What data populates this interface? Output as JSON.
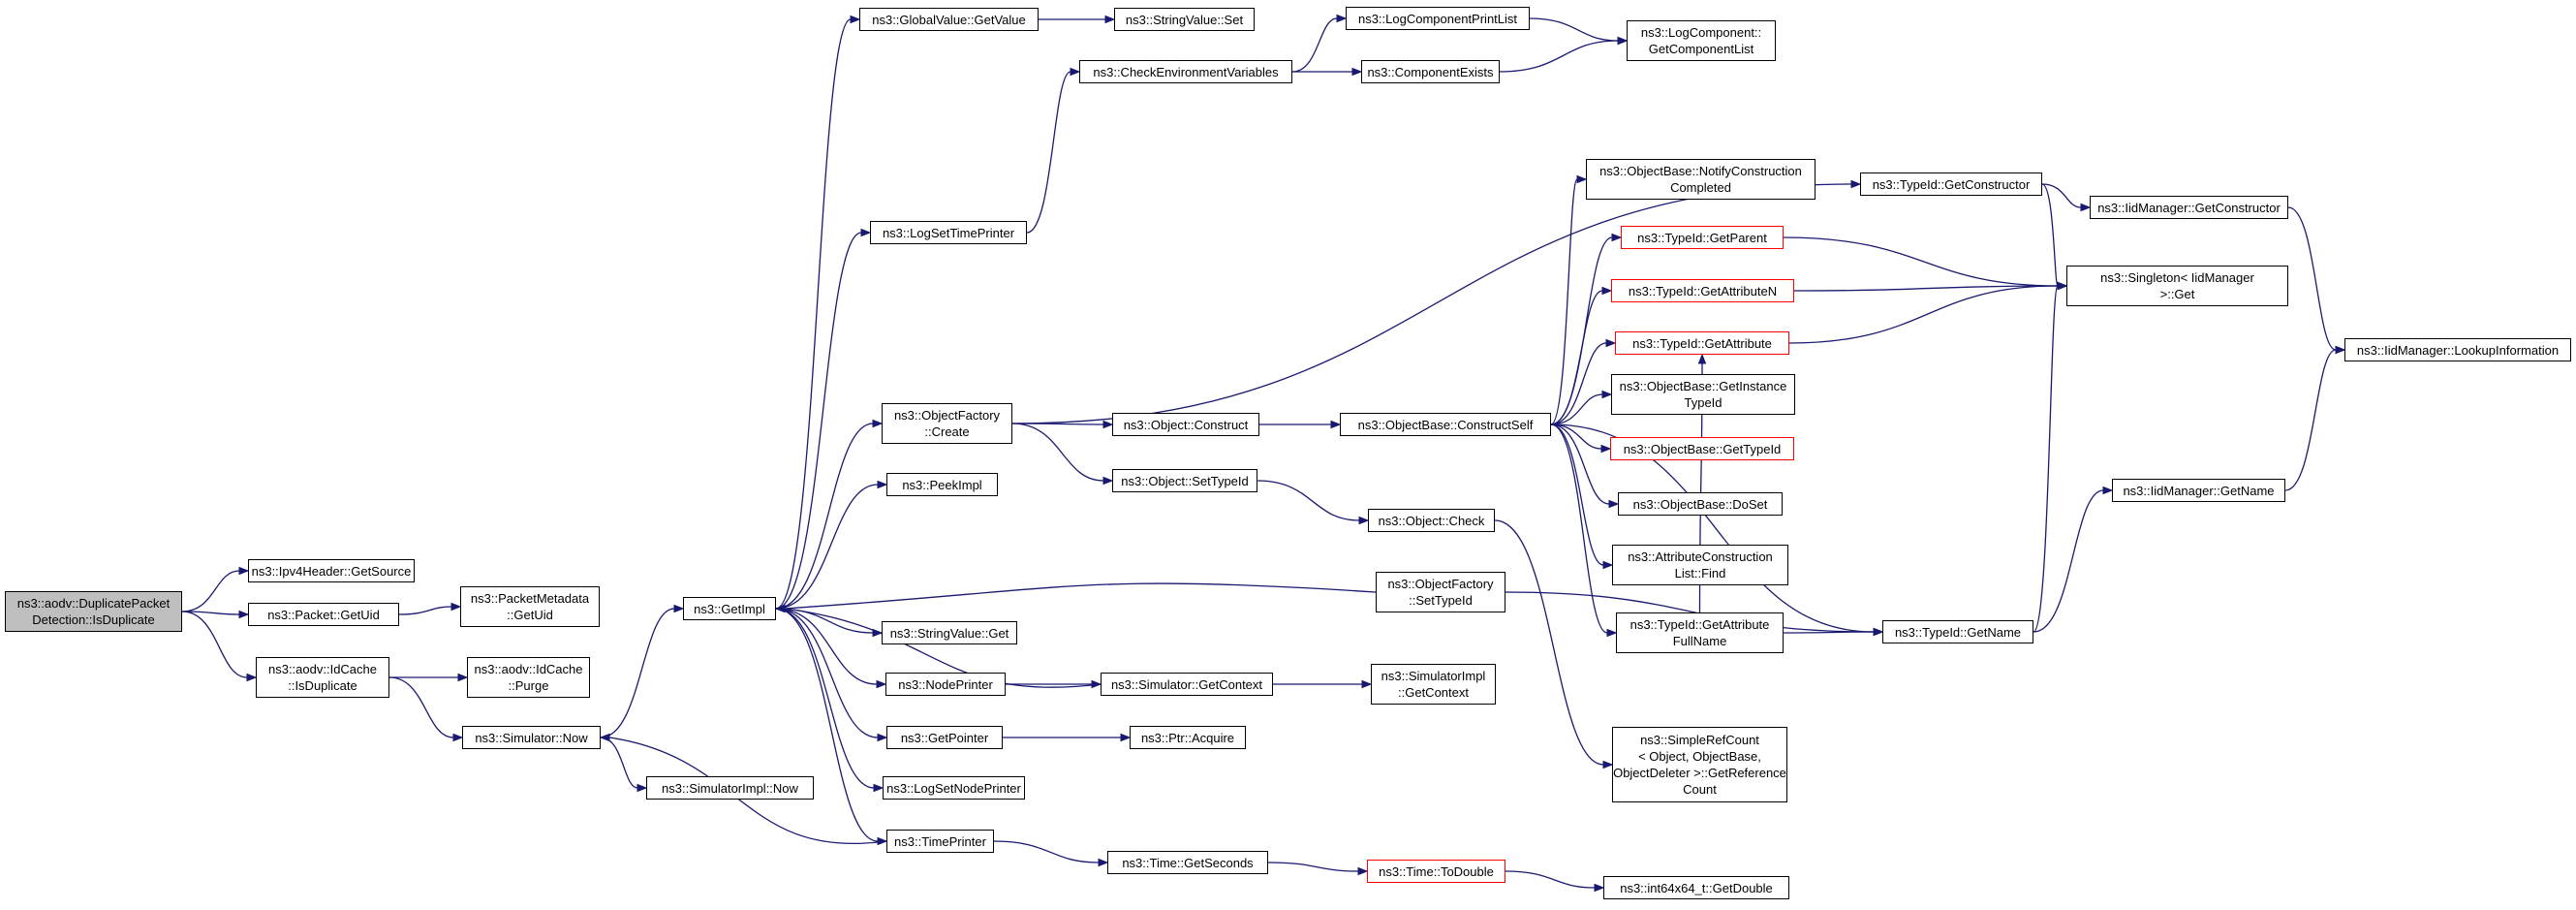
{
  "diagram": {
    "type": "call-graph",
    "colors": {
      "edge": "#191970",
      "node_border": "#000000",
      "root_fill": "#bfbfbf",
      "truncated_border": "#ff0000"
    },
    "nodes": [
      {
        "id": "root",
        "lines": [
          "ns3::aodv::DuplicatePacket",
          "Detection::IsDuplicate"
        ],
        "style": "root"
      },
      {
        "id": "ipv4src",
        "lines": [
          "ns3::Ipv4Header::GetSource"
        ]
      },
      {
        "id": "pktuid",
        "lines": [
          "ns3::Packet::GetUid"
        ]
      },
      {
        "id": "idcache",
        "lines": [
          "ns3::aodv::IdCache",
          "::IsDuplicate"
        ]
      },
      {
        "id": "pmuid",
        "lines": [
          "ns3::PacketMetadata",
          "::GetUid"
        ]
      },
      {
        "id": "purge",
        "lines": [
          "ns3::aodv::IdCache",
          "::Purge"
        ]
      },
      {
        "id": "simnow",
        "lines": [
          "ns3::Simulator::Now"
        ]
      },
      {
        "id": "simimplnow",
        "lines": [
          "ns3::SimulatorImpl::Now"
        ]
      },
      {
        "id": "getimpl",
        "lines": [
          "ns3::GetImpl"
        ]
      },
      {
        "id": "gvget",
        "lines": [
          "ns3::GlobalValue::GetValue"
        ]
      },
      {
        "id": "svset",
        "lines": [
          "ns3::StringValue::Set"
        ]
      },
      {
        "id": "checkenv",
        "lines": [
          "ns3::CheckEnvironmentVariables"
        ]
      },
      {
        "id": "lcprint",
        "lines": [
          "ns3::LogComponentPrintList"
        ]
      },
      {
        "id": "compexists",
        "lines": [
          "ns3::ComponentExists"
        ]
      },
      {
        "id": "lcgetlist",
        "lines": [
          "ns3::LogComponent::",
          "GetComponentList"
        ]
      },
      {
        "id": "logsettp",
        "lines": [
          "ns3::LogSetTimePrinter"
        ]
      },
      {
        "id": "ofcreate",
        "lines": [
          "ns3::ObjectFactory",
          "::Create"
        ]
      },
      {
        "id": "peekimpl",
        "lines": [
          "ns3::PeekImpl"
        ]
      },
      {
        "id": "svget",
        "lines": [
          "ns3::StringValue::Get"
        ]
      },
      {
        "id": "nodeprinter",
        "lines": [
          "ns3::NodePrinter"
        ]
      },
      {
        "id": "getpointer",
        "lines": [
          "ns3::GetPointer"
        ]
      },
      {
        "id": "logsetnp",
        "lines": [
          "ns3::LogSetNodePrinter"
        ]
      },
      {
        "id": "timeprinter",
        "lines": [
          "ns3::TimePrinter"
        ]
      },
      {
        "id": "objconstruct",
        "lines": [
          "ns3::Object::Construct"
        ]
      },
      {
        "id": "objsettypeid",
        "lines": [
          "ns3::Object::SetTypeId"
        ]
      },
      {
        "id": "simgetctx",
        "lines": [
          "ns3::Simulator::GetContext"
        ]
      },
      {
        "id": "ptracquire",
        "lines": [
          "ns3::Ptr::Acquire"
        ]
      },
      {
        "id": "timegetsec",
        "lines": [
          "ns3::Time::GetSeconds"
        ]
      },
      {
        "id": "objcheck",
        "lines": [
          "ns3::Object::Check"
        ]
      },
      {
        "id": "ofsettypeid",
        "lines": [
          "ns3::ObjectFactory",
          "::SetTypeId"
        ]
      },
      {
        "id": "simimplctx",
        "lines": [
          "ns3::SimulatorImpl",
          "::GetContext"
        ]
      },
      {
        "id": "timetodouble",
        "lines": [
          "ns3::Time::ToDouble"
        ],
        "style": "red"
      },
      {
        "id": "obconstructself",
        "lines": [
          "ns3::ObjectBase::ConstructSelf"
        ]
      },
      {
        "id": "obnotify",
        "lines": [
          "ns3::ObjectBase::NotifyConstruction",
          "Completed"
        ]
      },
      {
        "id": "tidgetparent",
        "lines": [
          "ns3::TypeId::GetParent"
        ],
        "style": "red"
      },
      {
        "id": "tidgetattrn",
        "lines": [
          "ns3::TypeId::GetAttributeN"
        ],
        "style": "red"
      },
      {
        "id": "tidgetattr",
        "lines": [
          "ns3::TypeId::GetAttribute"
        ],
        "style": "red"
      },
      {
        "id": "obgetinst",
        "lines": [
          "ns3::ObjectBase::GetInstance",
          "TypeId"
        ]
      },
      {
        "id": "obgettypeid",
        "lines": [
          "ns3::ObjectBase::GetTypeId"
        ],
        "style": "red"
      },
      {
        "id": "obdoset",
        "lines": [
          "ns3::ObjectBase::DoSet"
        ]
      },
      {
        "id": "attrlist",
        "lines": [
          "ns3::AttributeConstruction",
          "List::Find"
        ]
      },
      {
        "id": "tidgetattrfull",
        "lines": [
          "ns3::TypeId::GetAttribute",
          "FullName"
        ]
      },
      {
        "id": "srcount",
        "lines": [
          "ns3::SimpleRefCount",
          "< Object, ObjectBase,",
          "ObjectDeleter >::GetReference",
          "Count"
        ]
      },
      {
        "id": "i64double",
        "lines": [
          "ns3::int64x64_t::GetDouble"
        ]
      },
      {
        "id": "tidgetctor",
        "lines": [
          "ns3::TypeId::GetConstructor"
        ]
      },
      {
        "id": "iidgetctor",
        "lines": [
          "ns3::IidManager::GetConstructor"
        ]
      },
      {
        "id": "singleton",
        "lines": [
          "ns3::Singleton< IidManager",
          ">::Get"
        ]
      },
      {
        "id": "iidlookup",
        "lines": [
          "ns3::IidManager::LookupInformation"
        ]
      },
      {
        "id": "iidgetname",
        "lines": [
          "ns3::IidManager::GetName"
        ]
      },
      {
        "id": "tidgetname",
        "lines": [
          "ns3::TypeId::GetName"
        ]
      }
    ],
    "edges": [
      [
        "root",
        "ipv4src"
      ],
      [
        "root",
        "pktuid"
      ],
      [
        "root",
        "idcache"
      ],
      [
        "pktuid",
        "pmuid"
      ],
      [
        "idcache",
        "purge"
      ],
      [
        "idcache",
        "simnow"
      ],
      [
        "simnow",
        "getimpl"
      ],
      [
        "simnow",
        "simimplnow"
      ],
      [
        "getimpl",
        "gvget"
      ],
      [
        "getimpl",
        "logsettp"
      ],
      [
        "getimpl",
        "ofcreate"
      ],
      [
        "getimpl",
        "peekimpl"
      ],
      [
        "getimpl",
        "svget"
      ],
      [
        "getimpl",
        "nodeprinter"
      ],
      [
        "getimpl",
        "getpointer"
      ],
      [
        "getimpl",
        "logsetnp"
      ],
      [
        "getimpl",
        "timeprinter"
      ],
      [
        "gvget",
        "svset"
      ],
      [
        "logsettp",
        "checkenv"
      ],
      [
        "checkenv",
        "lcprint"
      ],
      [
        "checkenv",
        "compexists"
      ],
      [
        "lcprint",
        "lcgetlist"
      ],
      [
        "compexists",
        "lcgetlist"
      ],
      [
        "ofcreate",
        "tidgetctor"
      ],
      [
        "ofcreate",
        "objconstruct"
      ],
      [
        "ofcreate",
        "objsettypeid"
      ],
      [
        "nodeprinter",
        "simgetctx"
      ],
      [
        "simgetctx",
        "getimpl"
      ],
      [
        "simgetctx",
        "simimplctx"
      ],
      [
        "getpointer",
        "ptracquire"
      ],
      [
        "timeprinter",
        "simnow"
      ],
      [
        "timeprinter",
        "timegetsec"
      ],
      [
        "timegetsec",
        "timetodouble"
      ],
      [
        "timetodouble",
        "i64double"
      ],
      [
        "objsettypeid",
        "objcheck"
      ],
      [
        "objcheck",
        "srcount"
      ],
      [
        "ofsettypeid",
        "getimpl"
      ],
      [
        "ofsettypeid",
        "tidgetname"
      ],
      [
        "objconstruct",
        "obconstructself"
      ],
      [
        "obconstructself",
        "obnotify"
      ],
      [
        "obconstructself",
        "tidgetparent"
      ],
      [
        "obconstructself",
        "tidgetattrn"
      ],
      [
        "obconstructself",
        "tidgetattr"
      ],
      [
        "obconstructself",
        "obgetinst"
      ],
      [
        "obconstructself",
        "obgettypeid"
      ],
      [
        "obconstructself",
        "obdoset"
      ],
      [
        "obconstructself",
        "attrlist"
      ],
      [
        "obconstructself",
        "tidgetattrfull"
      ],
      [
        "obconstructself",
        "tidgetname"
      ],
      [
        "tidgetattrfull",
        "tidgetattr"
      ],
      [
        "tidgetattrfull",
        "tidgetname"
      ],
      [
        "tidgetctor",
        "iidgetctor"
      ],
      [
        "tidgetctor",
        "singleton"
      ],
      [
        "tidgetparent",
        "singleton"
      ],
      [
        "tidgetattrn",
        "singleton"
      ],
      [
        "tidgetattr",
        "singleton"
      ],
      [
        "iidgetctor",
        "iidlookup"
      ],
      [
        "iidgetname",
        "iidlookup"
      ],
      [
        "tidgetname",
        "singleton"
      ],
      [
        "tidgetname",
        "iidgetname"
      ]
    ]
  }
}
